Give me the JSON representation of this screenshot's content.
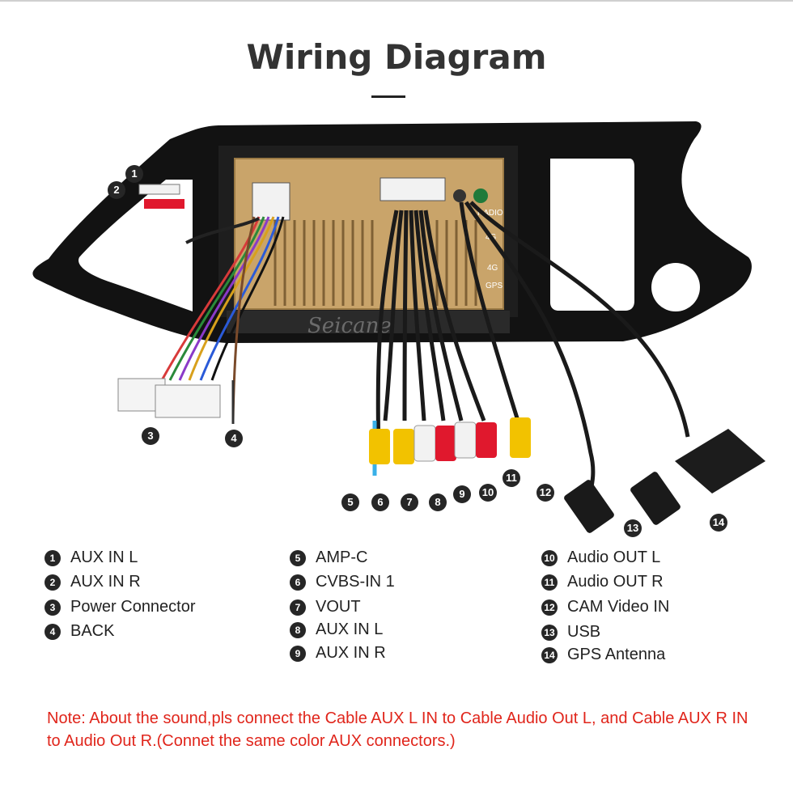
{
  "title": "Wiring Diagram",
  "brand_watermark": "Seicane",
  "port_labels": {
    "radio": "RADIO",
    "fourg_a": "4G",
    "fourg_b": "4G",
    "gps": "GPS"
  },
  "callouts": [
    "1",
    "2",
    "3",
    "4",
    "5",
    "6",
    "7",
    "8",
    "9",
    "10",
    "11",
    "12",
    "13",
    "14"
  ],
  "legend": [
    {
      "num": "1",
      "label": "AUX IN L"
    },
    {
      "num": "2",
      "label": "AUX IN R"
    },
    {
      "num": "3",
      "label": "Power Connector"
    },
    {
      "num": "4",
      "label": "BACK"
    },
    {
      "num": "5",
      "label": "AMP-C"
    },
    {
      "num": "6",
      "label": "CVBS-IN 1"
    },
    {
      "num": "7",
      "label": "VOUT"
    },
    {
      "num": "8",
      "label": "AUX IN L"
    },
    {
      "num": "9",
      "label": "AUX IN R"
    },
    {
      "num": "10",
      "label": "Audio OUT L"
    },
    {
      "num": "11",
      "label": "Audio OUT R"
    },
    {
      "num": "12",
      "label": "CAM Video IN"
    },
    {
      "num": "13",
      "label": "USB"
    },
    {
      "num": "14",
      "label": "GPS Antenna"
    }
  ],
  "note": "Note: About the sound,pls connect the Cable AUX L IN to Cable Audio Out L, and Cable AUX R IN to  Audio Out R.(Connet the same color AUX connectors.)",
  "colors": {
    "note": "#e0251b",
    "bezel": "#111111",
    "unit": "#c9a46a",
    "red_rca": "#e0182d",
    "yellow_rca": "#f2c200",
    "white_rca": "#f2f2f2"
  }
}
